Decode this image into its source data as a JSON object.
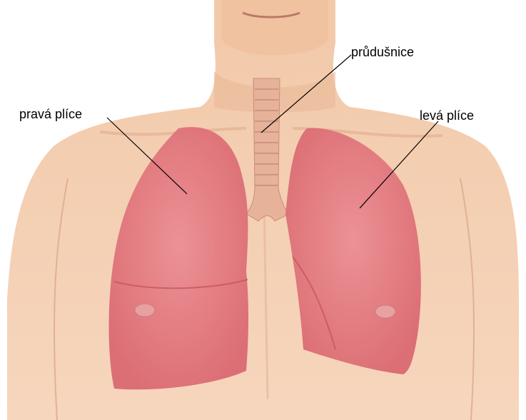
{
  "labels": {
    "right_lung": "pravá plíce",
    "trachea": "průdušnice",
    "left_lung": "levá plíce"
  },
  "colors": {
    "skin": "#f3cdb0",
    "skin_shadow": "#e2ad8c",
    "lung": "#e87f86",
    "lung_dark": "#d4606a",
    "trachea": "#e9b49a",
    "background": "#ffffff",
    "label": "#000000"
  }
}
